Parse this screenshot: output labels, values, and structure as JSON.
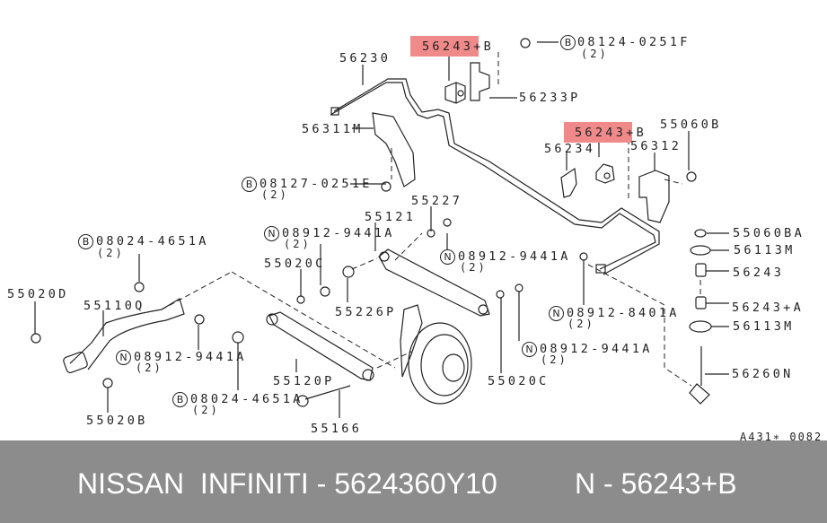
{
  "diagram": {
    "highlighted_part": "56243+B",
    "highlight_color": "#f08a8a",
    "labels": {
      "p56243b_1": "56243+B",
      "p56243b_2": "56243+B",
      "p08124": "08124-0251F",
      "p08124_qty": "(2)",
      "p56230": "56230",
      "p56233p": "56233P",
      "p56311m": "56311M",
      "p56234": "56234",
      "p56312": "56312",
      "p55060b": "55060B",
      "p08127": "08127-0251E",
      "p08127_qty": "(2)",
      "p55227": "55227",
      "p55121": "55121",
      "p08912a_1": "08912-9441A",
      "p08912a_1_qty": "(2)",
      "p08024_1": "08024-4651A",
      "p08024_1_qty": "(2)",
      "p55020c_1": "55020C",
      "p08912a_2": "08912-9441A",
      "p08912a_2_qty": "(2)",
      "p55060ba": "55060BA",
      "p56113m_1": "56113M",
      "p56243": "56243",
      "p55020d": "55020D",
      "p55110q": "55110Q",
      "p55226p": "55226P",
      "p56243a": "56243+A",
      "p08912_8401": "08912-8401A",
      "p08912_8401_qty": "(2)",
      "p56113m_2": "56113M",
      "p08912a_3": "08912-9441A",
      "p08912a_3_qty": "(2)",
      "p08912a_4": "08912-9441A",
      "p08912a_4_qty": "(2)",
      "p08024_2": "08024-4651A",
      "p08024_2_qty": "(2)",
      "p55120p": "55120P",
      "p55020c_2": "55020C",
      "p56260n": "56260N",
      "p55020b": "55020B",
      "p55166": "55166"
    },
    "symbols": {
      "bolt": "B",
      "nut": "N"
    },
    "reference": "A431∗ 0082"
  },
  "footer": {
    "title": "NISSAN  INFINITI - 5624360Y10",
    "part": "N - 56243+B"
  }
}
